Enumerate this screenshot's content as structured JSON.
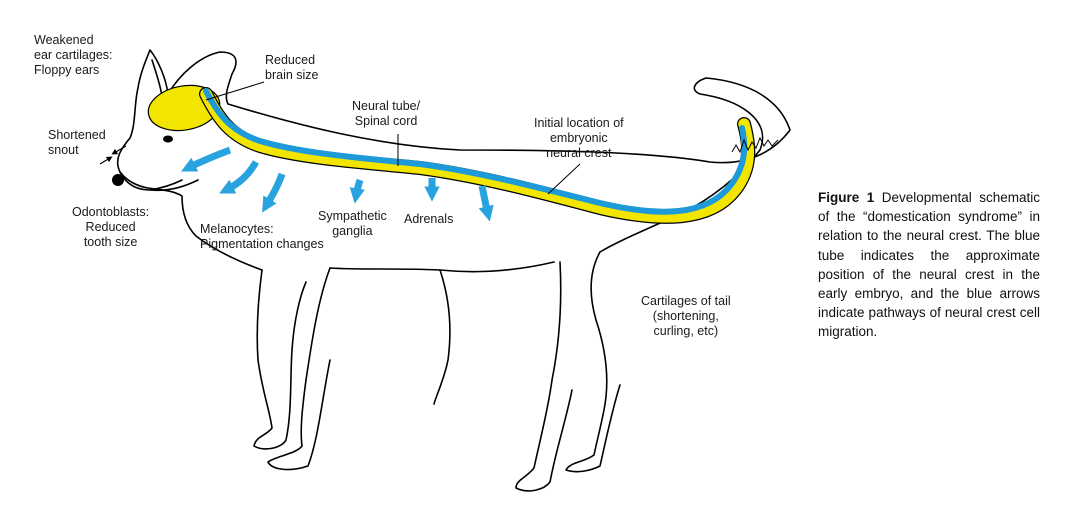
{
  "labels": {
    "ears": [
      "Weakened",
      "ear cartilages:",
      "Floppy ears"
    ],
    "brain": [
      "Reduced",
      "brain size"
    ],
    "snout": [
      "Shortened",
      "snout"
    ],
    "neural_tube": [
      "Neural tube/",
      "Spinal cord"
    ],
    "neural_crest": [
      "Initial location of",
      "embryonic",
      "neural crest"
    ],
    "odontoblasts": [
      "Odontoblasts:",
      "Reduced",
      "tooth size"
    ],
    "melanocytes": [
      "Melanocytes:",
      "Pigmentation changes"
    ],
    "sympathetic": [
      "Sympathetic",
      "ganglia"
    ],
    "adrenals": [
      "Adrenals"
    ],
    "tail": [
      "Cartilages of tail",
      "(shortening,",
      "curling, etc)"
    ]
  },
  "caption": {
    "label": "Figure  1",
    "text": "Developmental schematic of the “domestication syndrome” in relation to the neural crest. The blue tube indicates the approximate position of the neural crest in the early embryo, and the blue arrows indicate pathways of neural crest cell migration."
  },
  "colors": {
    "outline": "#000000",
    "brain_fill": "#f2e600",
    "neural_crest_blue": "#1e9ad8",
    "arrow_blue": "#29a3df",
    "spinal_yellow": "#f2e600"
  }
}
